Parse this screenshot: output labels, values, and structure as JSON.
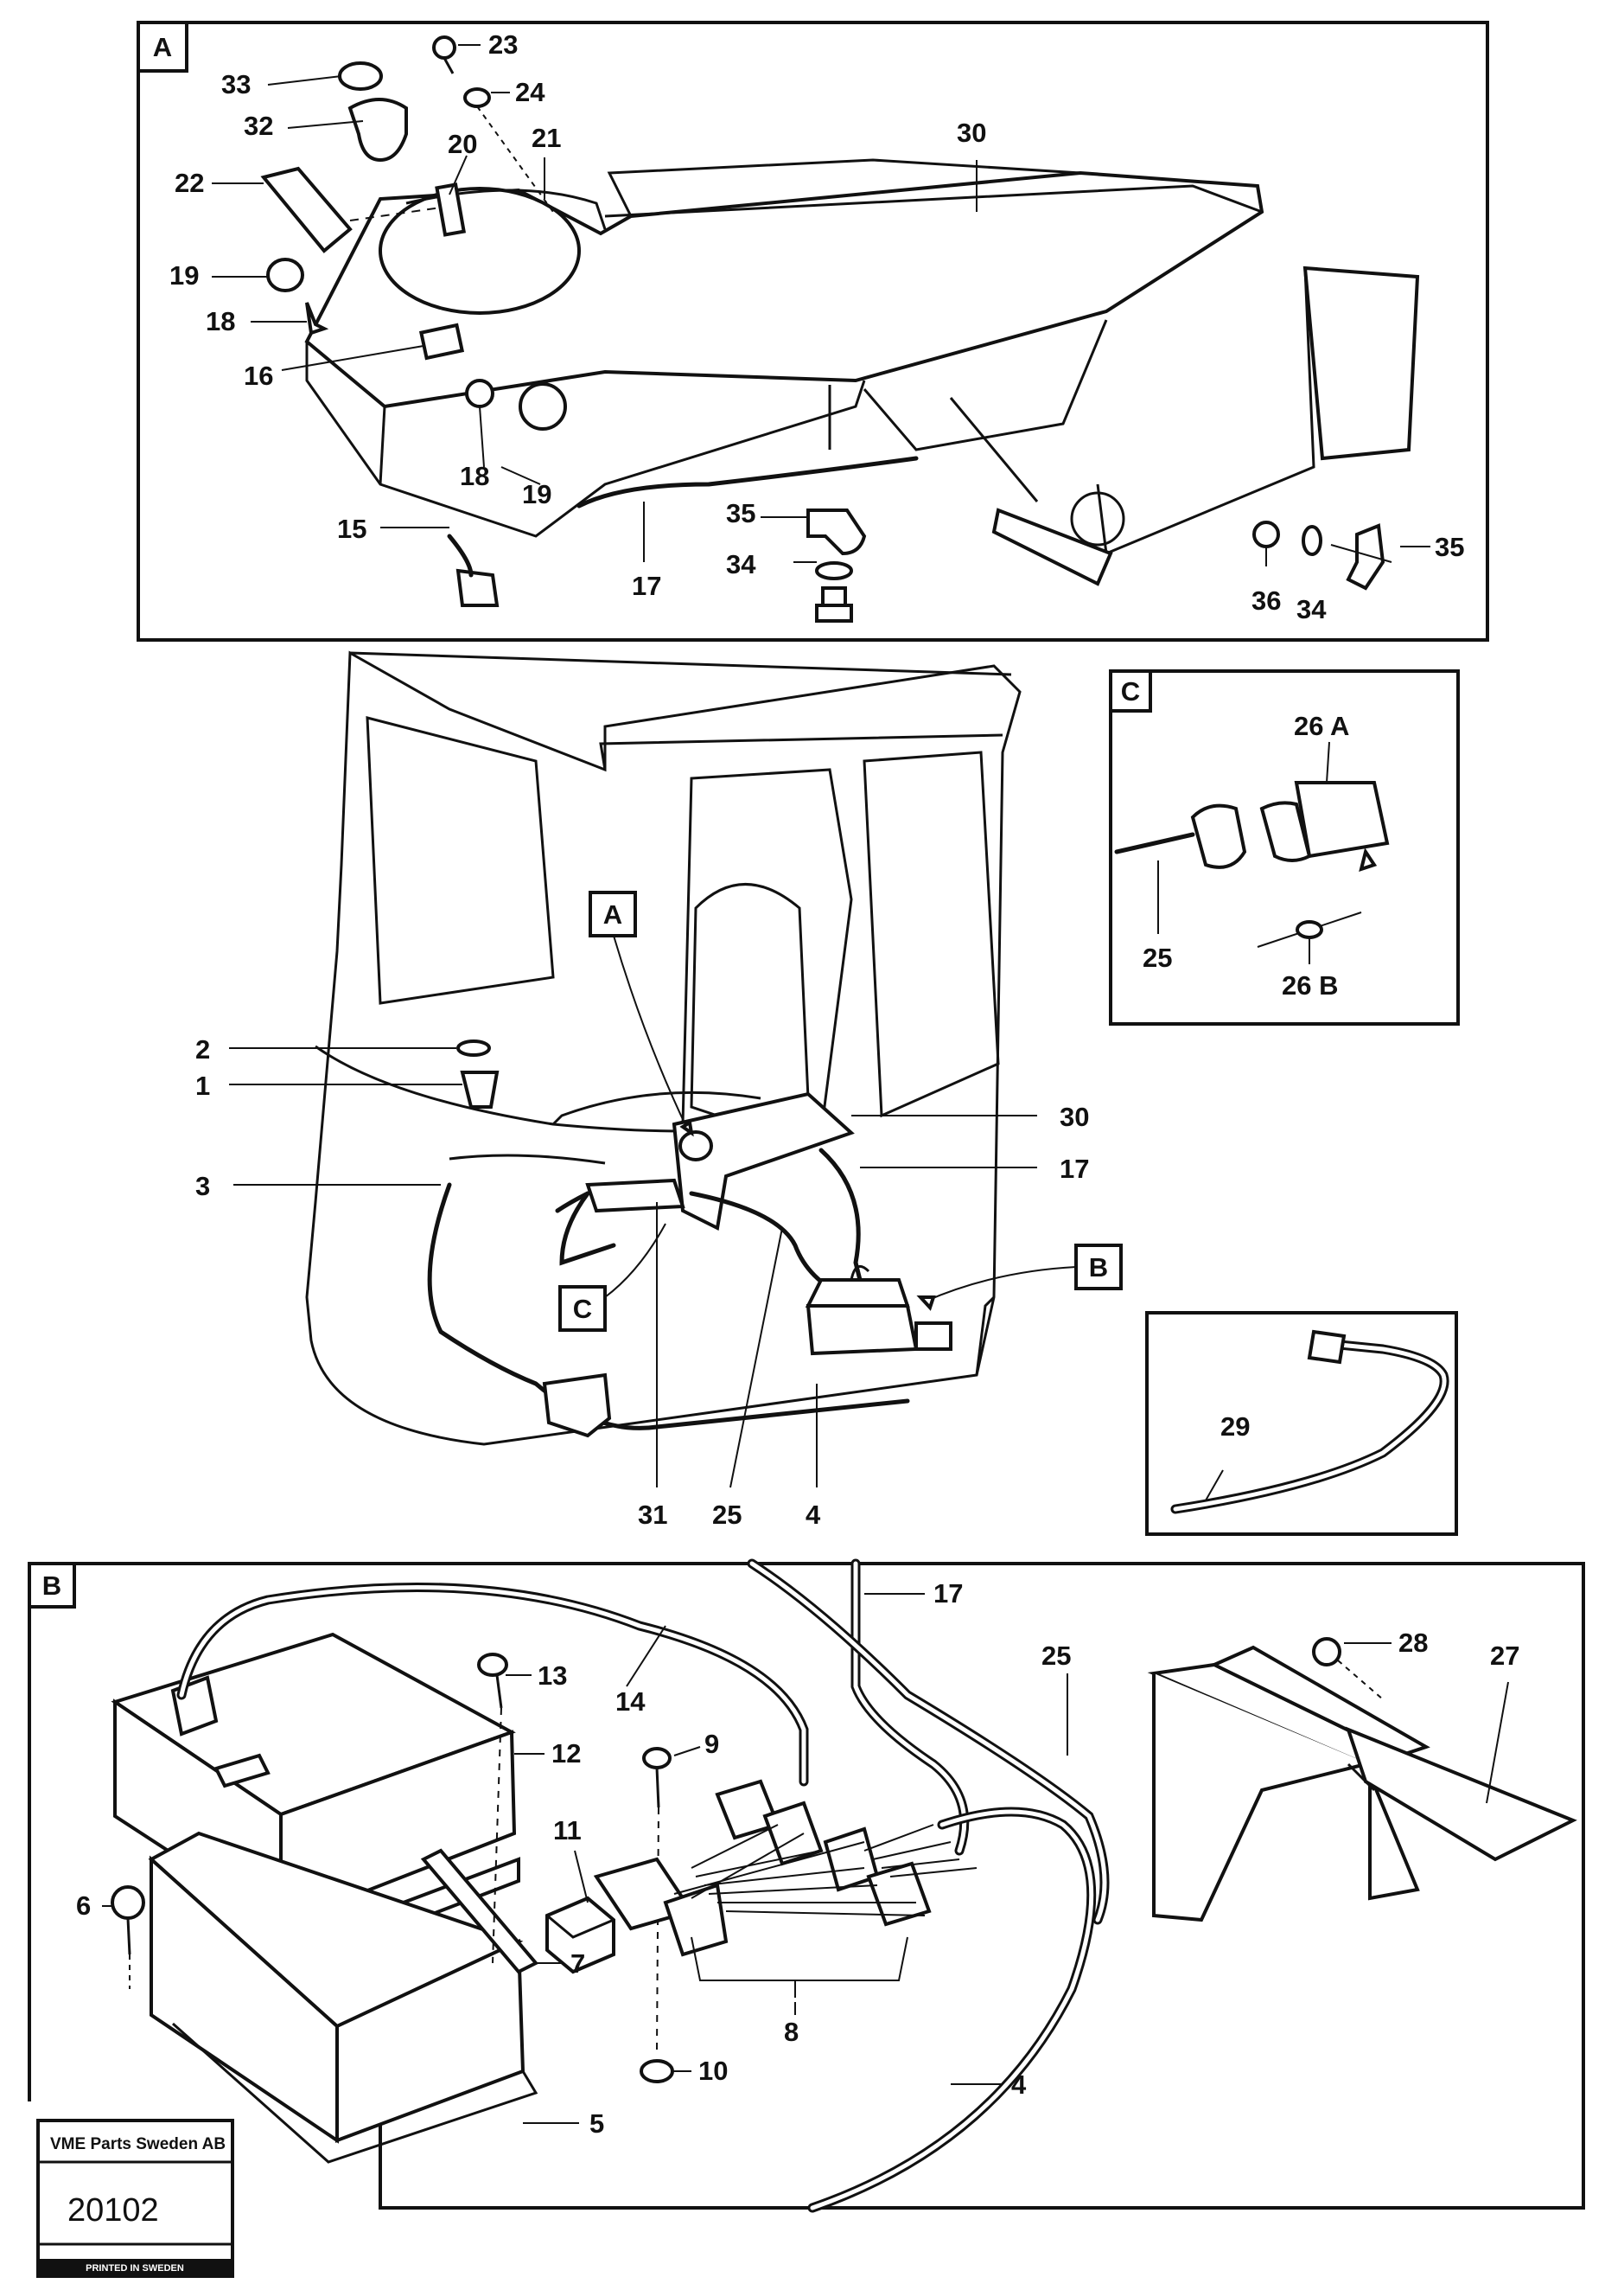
{
  "callouts": {
    "a": [
      "23",
      "24",
      "33",
      "32",
      "20",
      "21",
      "22",
      "19",
      "18",
      "16",
      "18",
      "19",
      "15",
      "17",
      "35",
      "34",
      "30",
      "36",
      "34",
      "35"
    ],
    "c": [
      "26 A",
      "25",
      "26 B"
    ],
    "cab": [
      "2",
      "1",
      "3",
      "30",
      "17",
      "31",
      "25",
      "4"
    ],
    "d29": [
      "29"
    ],
    "b": [
      "17",
      "25",
      "28",
      "27",
      "13",
      "14",
      "12",
      "9",
      "11",
      "6",
      "7",
      "8",
      "10",
      "5",
      "4"
    ]
  },
  "section_labels": {
    "a": "A",
    "c": "C",
    "b": "B",
    "cab_ref_a": "A",
    "cab_ref_c": "C",
    "cab_ref_b": "B"
  },
  "stamp": {
    "company": "VME Parts Sweden AB",
    "code": "20102",
    "printed": "PRINTED IN SWEDEN"
  }
}
